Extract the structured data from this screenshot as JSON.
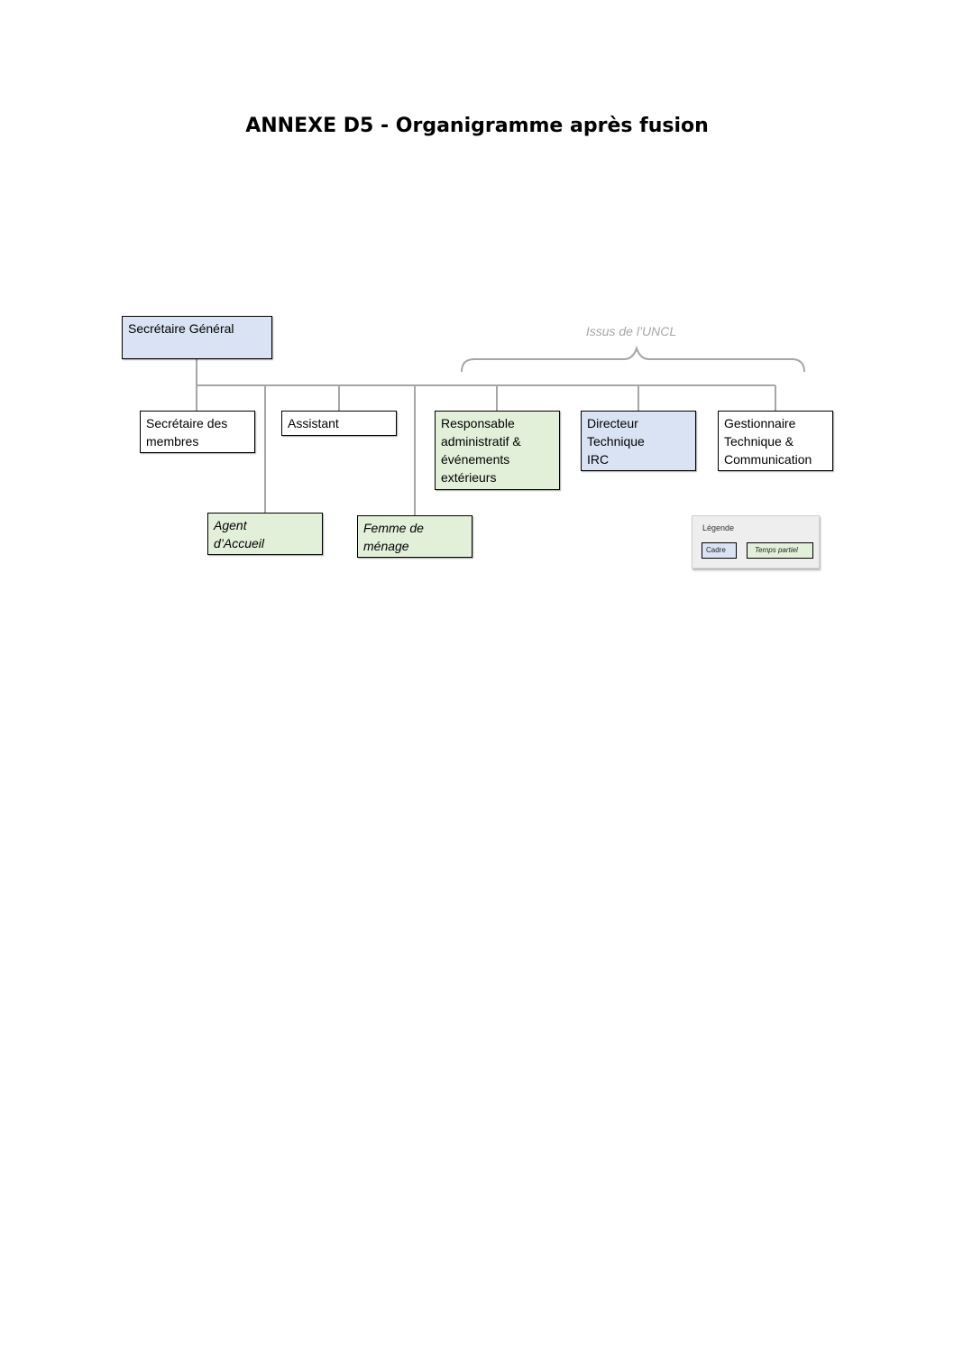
{
  "title": "ANNEXE D5 - Organigramme après fusion",
  "colors": {
    "cadre": "#dae3f3",
    "temps_partiel": "#e2efd9",
    "connector": "#a6a6a6",
    "brace_label": "#a6a6a6"
  },
  "nodes": {
    "secretaire_general": {
      "lines": [
        "Secrétaire Général"
      ],
      "type": "cadre"
    },
    "secretaire_membres": {
      "lines": [
        "Secrétaire des",
        "membres"
      ],
      "type": "normal"
    },
    "assistant": {
      "lines": [
        "Assistant"
      ],
      "type": "normal"
    },
    "responsable": {
      "lines": [
        "Responsable",
        "administratif  &",
        "événements",
        "extérieurs"
      ],
      "type": "temps_partiel"
    },
    "directeur": {
      "lines": [
        "Directeur",
        "Technique",
        "IRC"
      ],
      "type": "cadre"
    },
    "gestionnaire": {
      "lines": [
        "Gestionnaire",
        "Technique &",
        "Communication"
      ],
      "type": "normal"
    },
    "agent": {
      "lines": [
        "Agent",
        "d’Accueil"
      ],
      "type": "temps_partiel"
    },
    "femme": {
      "lines": [
        "Femme de",
        "ménage"
      ],
      "type": "temps_partiel"
    }
  },
  "brace": {
    "label": "Issus de l’UNCL"
  },
  "legend": {
    "title": "Légende",
    "cadre_label": "Cadre",
    "temps_partiel_label": "Temps partiel"
  }
}
